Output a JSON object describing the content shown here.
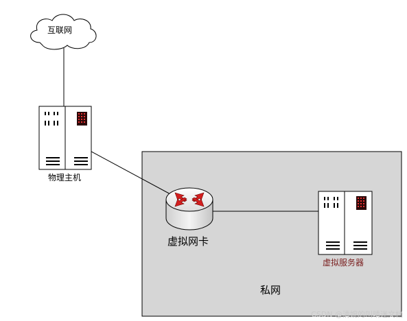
{
  "nodes": {
    "internet": {
      "label": "互联网"
    },
    "physical_host": {
      "label": "物理主机"
    },
    "virtual_nic": {
      "label": "虚拟网卡"
    },
    "virtual_server": {
      "label": "虚拟服务器"
    },
    "private_network": {
      "label": "私网"
    }
  },
  "watermark": "CSDN @清婉的叫晴迷文档",
  "colors": {
    "line": "#000000",
    "private_network_fill": "#d6d6d6",
    "router_body": "#e4e4e4",
    "router_arrows": "#d42020",
    "server_bezel": "#ffffff",
    "server_display": "#2a0808",
    "server_display_dots": "#e83030"
  }
}
